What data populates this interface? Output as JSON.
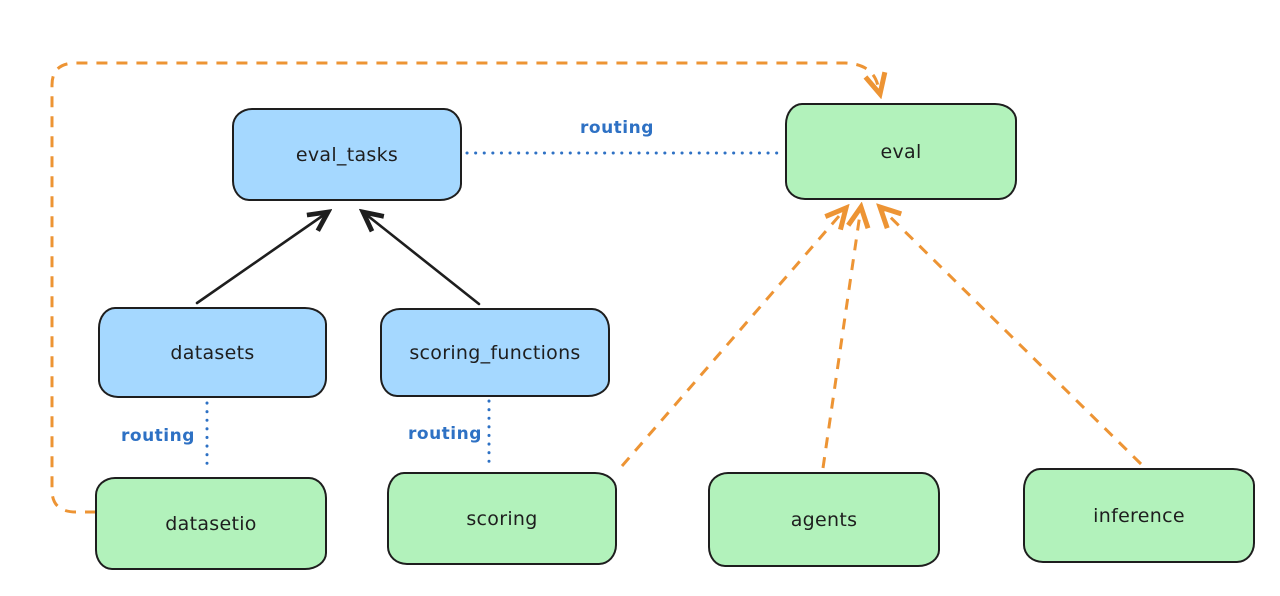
{
  "nodes": {
    "eval_tasks": {
      "label": "eval_tasks",
      "fill": "blue"
    },
    "eval": {
      "label": "eval",
      "fill": "green"
    },
    "datasets": {
      "label": "datasets",
      "fill": "blue"
    },
    "scoring_functions": {
      "label": "scoring_functions",
      "fill": "blue"
    },
    "datasetio": {
      "label": "datasetio",
      "fill": "green"
    },
    "scoring": {
      "label": "scoring",
      "fill": "green"
    },
    "agents": {
      "label": "agents",
      "fill": "green"
    },
    "inference": {
      "label": "inference",
      "fill": "green"
    }
  },
  "edge_labels": {
    "eval_tasks_to_eval": "routing",
    "datasets_to_datasetio": "routing",
    "scoring_functions_to_scoring": "routing"
  },
  "edges": [
    {
      "from": "datasets",
      "to": "eval_tasks",
      "style": "solid",
      "color": "black",
      "arrowhead": true
    },
    {
      "from": "scoring_functions",
      "to": "eval_tasks",
      "style": "solid",
      "color": "black",
      "arrowhead": true
    },
    {
      "from": "eval_tasks",
      "to": "eval",
      "style": "dotted",
      "color": "blue",
      "arrowhead": false,
      "label": "routing"
    },
    {
      "from": "datasets",
      "to": "datasetio",
      "style": "dotted",
      "color": "blue",
      "arrowhead": false,
      "label": "routing"
    },
    {
      "from": "scoring_functions",
      "to": "scoring",
      "style": "dotted",
      "color": "blue",
      "arrowhead": false,
      "label": "routing"
    },
    {
      "from": "datasetio",
      "to": "eval",
      "style": "dashed",
      "color": "orange",
      "arrowhead": true,
      "route": "around-left-and-top"
    },
    {
      "from": "scoring",
      "to": "eval",
      "style": "dashed",
      "color": "orange",
      "arrowhead": true
    },
    {
      "from": "agents",
      "to": "eval",
      "style": "dashed",
      "color": "orange",
      "arrowhead": true
    },
    {
      "from": "inference",
      "to": "eval",
      "style": "dashed",
      "color": "orange",
      "arrowhead": true
    }
  ],
  "colors": {
    "node_blue_fill": "#a5d8ff",
    "node_green_fill": "#b2f2bb",
    "stroke": "#1e1e1e",
    "routing_blue": "#2e71c4",
    "arrow_orange": "#ed9434",
    "arrow_black": "#1e1e1e"
  }
}
